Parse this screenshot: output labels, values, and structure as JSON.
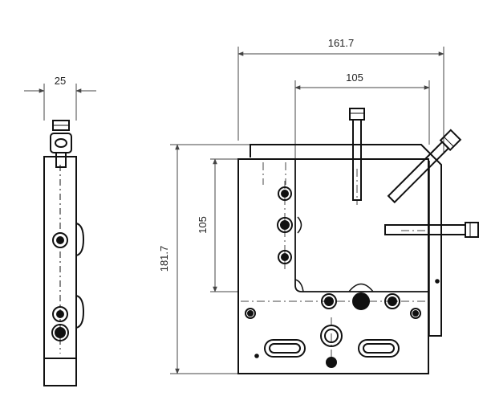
{
  "drawing": {
    "line_color": "#111111",
    "dimension_color": "#444444",
    "background": "#ffffff",
    "dimensions": {
      "side_width": "25",
      "overall_width": "161.7",
      "inner_width": "105",
      "overall_height": "181.7",
      "inner_height": "105"
    }
  }
}
